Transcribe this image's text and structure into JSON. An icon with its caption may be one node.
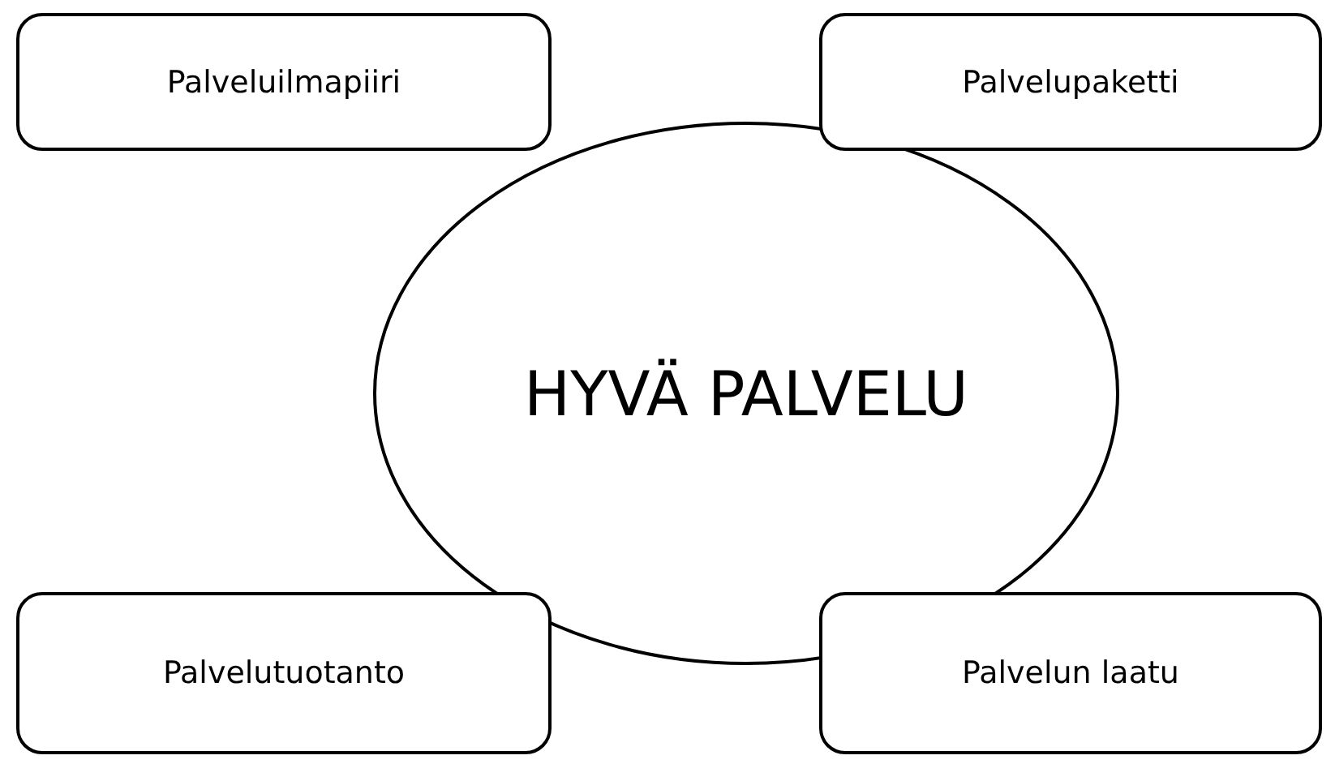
{
  "diagram": {
    "nodes": [
      {
        "text": [
          "Palveluilmapiiri"
        ]
      },
      {
        "text": [
          "Palvelupaketti"
        ]
      },
      {
        "text": [
          "HYVÄ PALVELU"
        ]
      },
      {
        "text": [
          "Palvelutuotanto"
        ]
      },
      {
        "text": [
          "Palvelun laatu"
        ]
      }
    ]
  }
}
